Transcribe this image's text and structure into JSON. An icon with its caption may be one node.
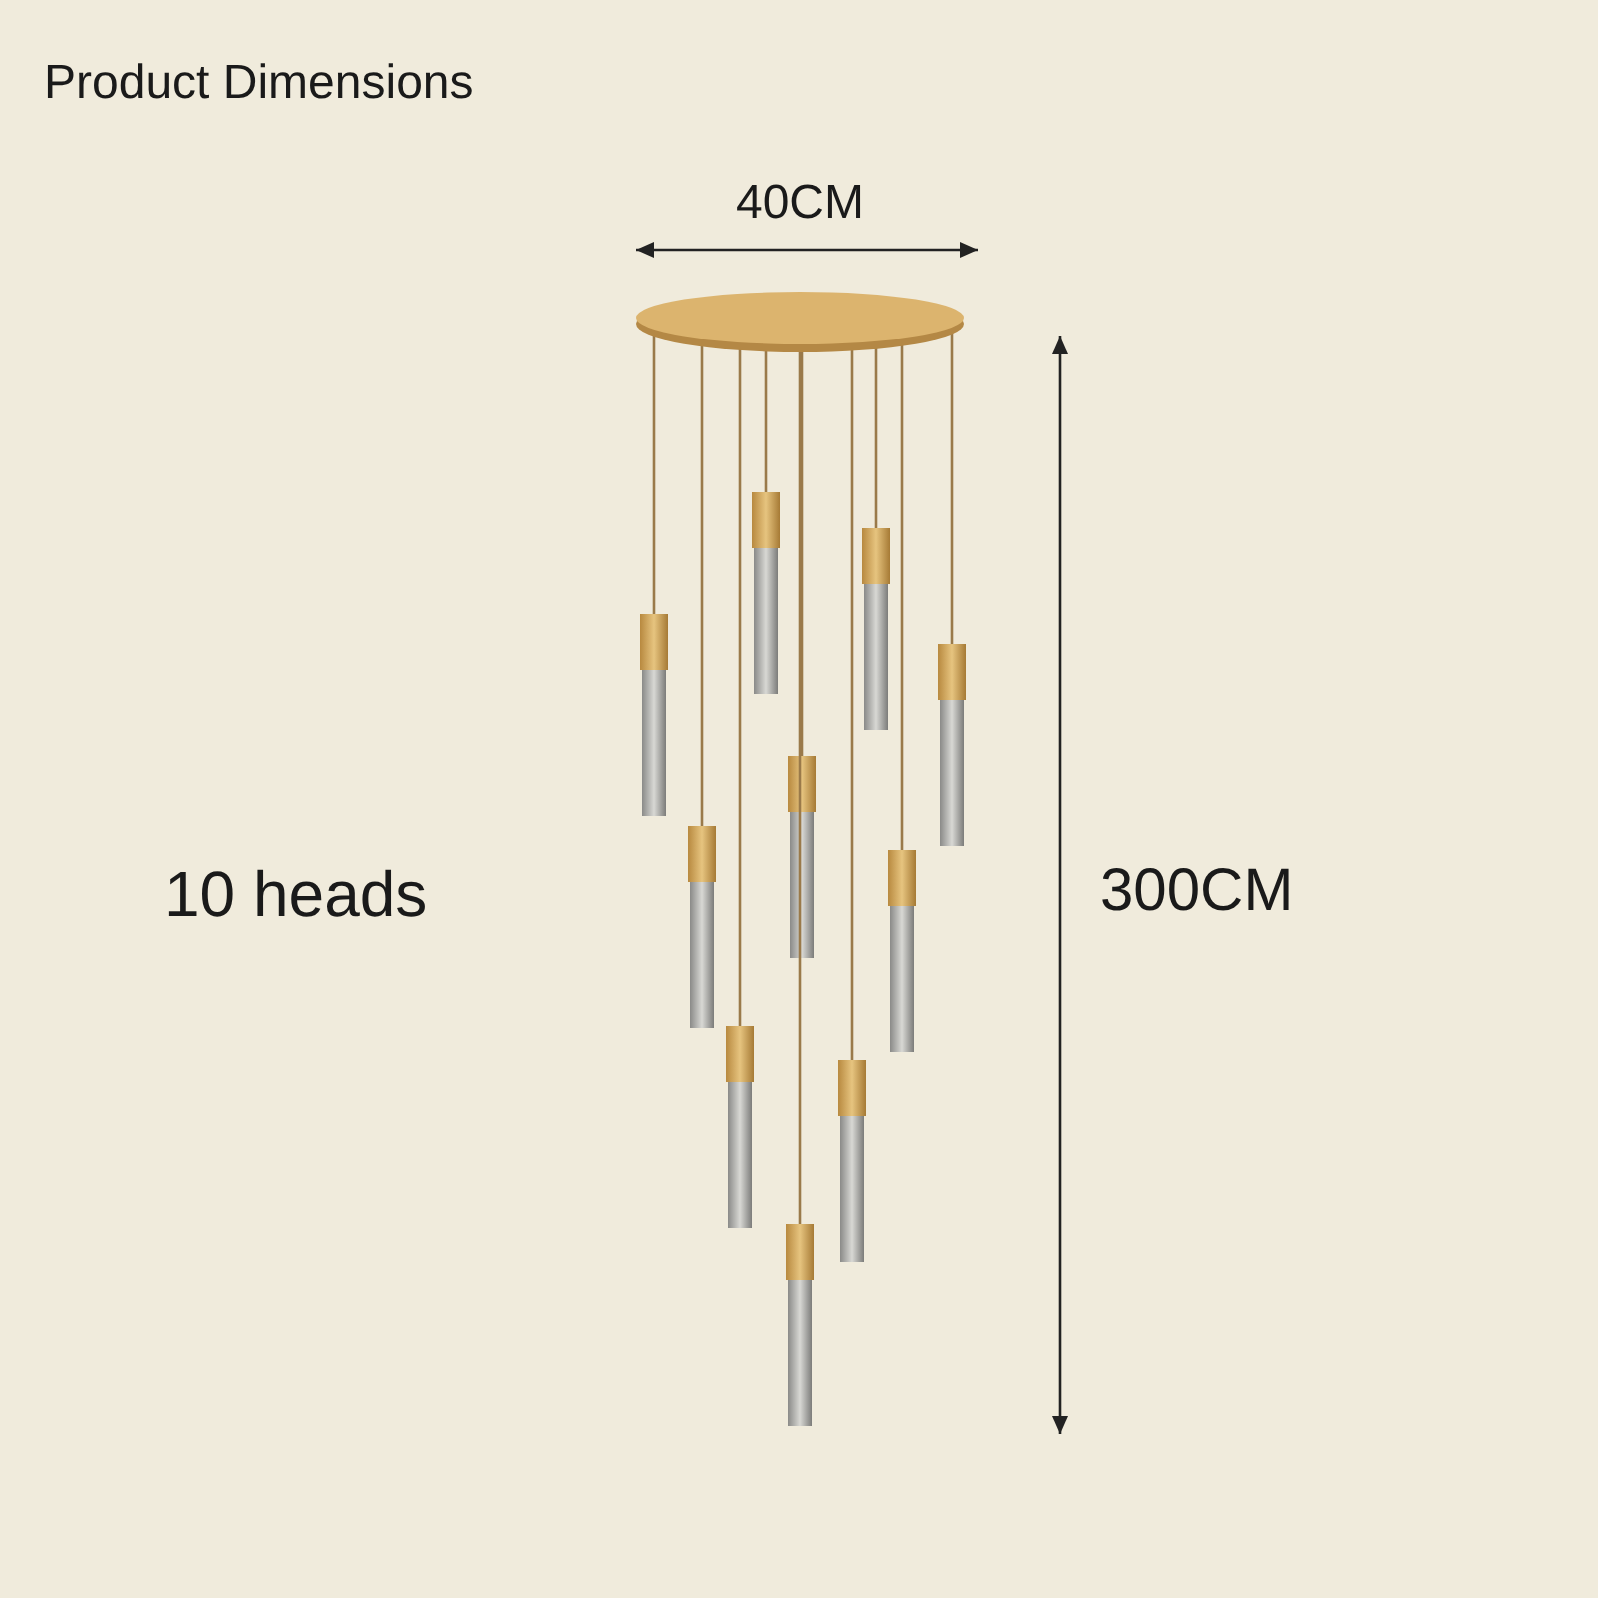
{
  "diagram": {
    "title": "Product Dimensions",
    "labels": [
      "40CM",
      "10 heads",
      "300CM"
    ]
  }
}
